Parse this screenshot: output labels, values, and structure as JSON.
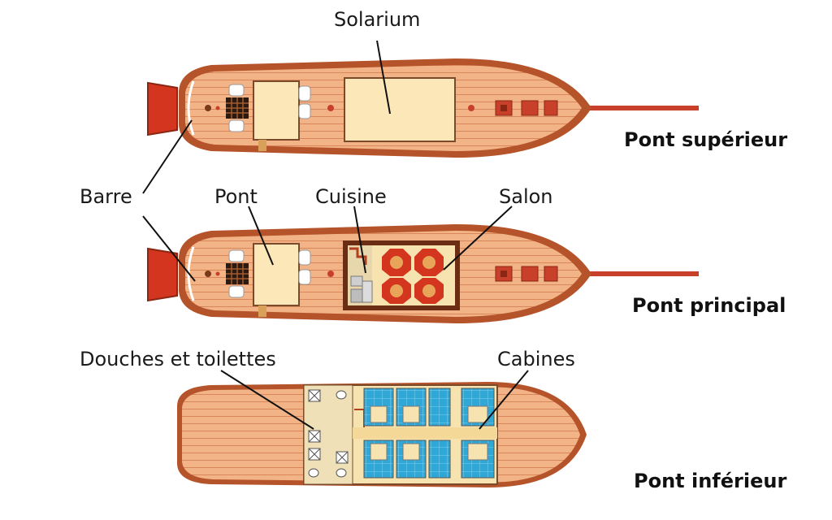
{
  "labels": {
    "solarium": "Solarium",
    "barre": "Barre",
    "pont": "Pont",
    "cuisine": "Cuisine",
    "salon": "Salon",
    "douches": "Douches et toilettes",
    "cabines": "Cabines"
  },
  "decks": {
    "upper": "Pont supérieur",
    "main": "Pont principal",
    "lower": "Pont inférieur"
  },
  "colors": {
    "hull": "#b5542b",
    "deck_wood": "#f2b487",
    "plank_line": "#d9875a",
    "cabin_roof": "#fbe7b8",
    "red_accent": "#d4351f",
    "cabin_blue": "#2fa8d8",
    "floor_cream": "#f7e3b0"
  }
}
